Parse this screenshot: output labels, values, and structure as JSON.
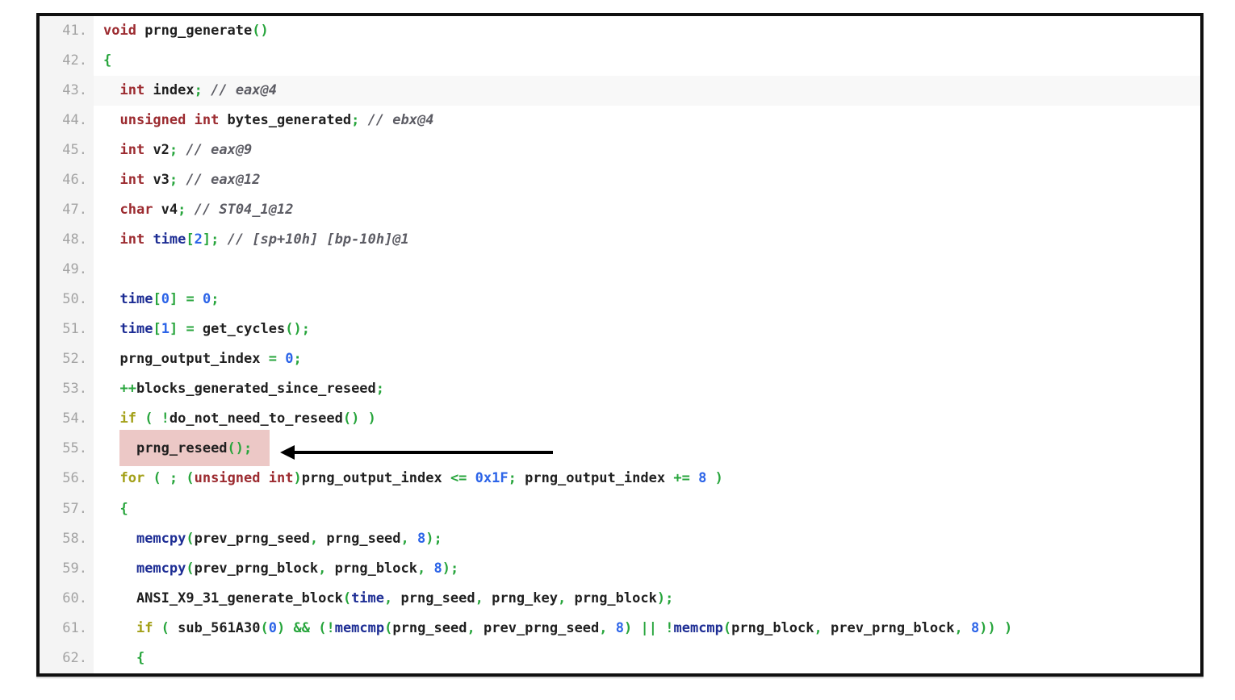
{
  "viewer": {
    "description": "decompiled-code-listing",
    "colors": {
      "frame_border": "#101010",
      "gutter_bg": "#f4f4f4",
      "line_number": "#a4a4a4",
      "active_row_bg": "#f8f8f8",
      "highlight_bg": "#ecc8c6",
      "arrow": "#000000",
      "keyword_type": "#9c2b30",
      "keyword_control": "#a3a018",
      "punctuation": "#27a53c",
      "number": "#2c64e8",
      "library_function": "#1d2d94",
      "identifier": "#1f1f1f",
      "comment": "#5c5c64"
    },
    "annotation": {
      "type": "left-arrow",
      "target_line": "55",
      "highlighted_text": "prng_reseed();"
    },
    "lines": [
      {
        "num": "41.",
        "tokens": [
          [
            "kw",
            "void"
          ],
          [
            "id",
            " prng_generate"
          ],
          [
            "p",
            "()"
          ]
        ]
      },
      {
        "num": "42.",
        "tokens": [
          [
            "p",
            "{"
          ]
        ]
      },
      {
        "num": "43.",
        "active": true,
        "tokens": [
          [
            "id",
            "  "
          ],
          [
            "kw",
            "int"
          ],
          [
            "id",
            " index"
          ],
          [
            "p",
            ";"
          ],
          [
            "cm",
            " // eax@4"
          ]
        ]
      },
      {
        "num": "44.",
        "tokens": [
          [
            "id",
            "  "
          ],
          [
            "kw",
            "unsigned int"
          ],
          [
            "id",
            " bytes_generated"
          ],
          [
            "p",
            ";"
          ],
          [
            "cm",
            " // ebx@4"
          ]
        ]
      },
      {
        "num": "45.",
        "tokens": [
          [
            "id",
            "  "
          ],
          [
            "kw",
            "int"
          ],
          [
            "id",
            " v2"
          ],
          [
            "p",
            ";"
          ],
          [
            "cm",
            " // eax@9"
          ]
        ]
      },
      {
        "num": "46.",
        "tokens": [
          [
            "id",
            "  "
          ],
          [
            "kw",
            "int"
          ],
          [
            "id",
            " v3"
          ],
          [
            "p",
            ";"
          ],
          [
            "cm",
            " // eax@12"
          ]
        ]
      },
      {
        "num": "47.",
        "tokens": [
          [
            "id",
            "  "
          ],
          [
            "kw",
            "char"
          ],
          [
            "id",
            " v4"
          ],
          [
            "p",
            ";"
          ],
          [
            "cm",
            " // ST04_1@12"
          ]
        ]
      },
      {
        "num": "48.",
        "tokens": [
          [
            "id",
            "  "
          ],
          [
            "kw",
            "int"
          ],
          [
            "lib",
            " time"
          ],
          [
            "p",
            "["
          ],
          [
            "num",
            "2"
          ],
          [
            "p",
            "];"
          ],
          [
            "cm",
            " // [sp+10h] [bp-10h]@1"
          ]
        ]
      },
      {
        "num": "49.",
        "tokens": []
      },
      {
        "num": "50.",
        "tokens": [
          [
            "id",
            "  "
          ],
          [
            "lib",
            "time"
          ],
          [
            "p",
            "["
          ],
          [
            "num",
            "0"
          ],
          [
            "p",
            "]"
          ],
          [
            "id",
            " "
          ],
          [
            "p",
            "="
          ],
          [
            "id",
            " "
          ],
          [
            "num",
            "0"
          ],
          [
            "p",
            ";"
          ]
        ]
      },
      {
        "num": "51.",
        "tokens": [
          [
            "id",
            "  "
          ],
          [
            "lib",
            "time"
          ],
          [
            "p",
            "["
          ],
          [
            "num",
            "1"
          ],
          [
            "p",
            "]"
          ],
          [
            "id",
            " "
          ],
          [
            "p",
            "="
          ],
          [
            "id",
            " get_cycles"
          ],
          [
            "p",
            "();"
          ]
        ]
      },
      {
        "num": "52.",
        "tokens": [
          [
            "id",
            "  prng_output_index "
          ],
          [
            "p",
            "="
          ],
          [
            "id",
            " "
          ],
          [
            "num",
            "0"
          ],
          [
            "p",
            ";"
          ]
        ]
      },
      {
        "num": "53.",
        "tokens": [
          [
            "id",
            "  "
          ],
          [
            "p",
            "++"
          ],
          [
            "id",
            "blocks_generated_since_reseed"
          ],
          [
            "p",
            ";"
          ]
        ]
      },
      {
        "num": "54.",
        "tokens": [
          [
            "id",
            "  "
          ],
          [
            "ctl",
            "if"
          ],
          [
            "p",
            " ( !"
          ],
          [
            "id",
            "do_not_need_to_reseed"
          ],
          [
            "p",
            "() )"
          ]
        ]
      },
      {
        "num": "55.",
        "tokens": [
          [
            "id",
            "  "
          ]
        ],
        "highlight": {
          "tokens": [
            [
              "id",
              "  prng_reseed"
            ],
            [
              "p",
              "();"
            ]
          ]
        },
        "arrow": true
      },
      {
        "num": "56.",
        "tokens": [
          [
            "id",
            "  "
          ],
          [
            "ctl",
            "for"
          ],
          [
            "p",
            " ( ; ("
          ],
          [
            "kw",
            "unsigned int"
          ],
          [
            "p",
            ")"
          ],
          [
            "id",
            "prng_output_index "
          ],
          [
            "p",
            "<="
          ],
          [
            "id",
            " "
          ],
          [
            "num",
            "0x1F"
          ],
          [
            "p",
            ";"
          ],
          [
            "id",
            " prng_output_index "
          ],
          [
            "p",
            "+="
          ],
          [
            "id",
            " "
          ],
          [
            "num",
            "8"
          ],
          [
            "id",
            " "
          ],
          [
            "p",
            ")"
          ]
        ]
      },
      {
        "num": "57.",
        "tokens": [
          [
            "id",
            "  "
          ],
          [
            "p",
            "{"
          ]
        ]
      },
      {
        "num": "58.",
        "tokens": [
          [
            "id",
            "    "
          ],
          [
            "lib",
            "memcpy"
          ],
          [
            "p",
            "("
          ],
          [
            "id",
            "prev_prng_seed"
          ],
          [
            "p",
            ","
          ],
          [
            "id",
            " prng_seed"
          ],
          [
            "p",
            ","
          ],
          [
            "id",
            " "
          ],
          [
            "num",
            "8"
          ],
          [
            "p",
            ");"
          ]
        ]
      },
      {
        "num": "59.",
        "tokens": [
          [
            "id",
            "    "
          ],
          [
            "lib",
            "memcpy"
          ],
          [
            "p",
            "("
          ],
          [
            "id",
            "prev_prng_block"
          ],
          [
            "p",
            ","
          ],
          [
            "id",
            " prng_block"
          ],
          [
            "p",
            ","
          ],
          [
            "id",
            " "
          ],
          [
            "num",
            "8"
          ],
          [
            "p",
            ");"
          ]
        ]
      },
      {
        "num": "60.",
        "tokens": [
          [
            "id",
            "    ANSI_X9_31_generate_block"
          ],
          [
            "p",
            "("
          ],
          [
            "lib",
            "time"
          ],
          [
            "p",
            ","
          ],
          [
            "id",
            " prng_seed"
          ],
          [
            "p",
            ","
          ],
          [
            "id",
            " prng_key"
          ],
          [
            "p",
            ","
          ],
          [
            "id",
            " prng_block"
          ],
          [
            "p",
            ");"
          ]
        ]
      },
      {
        "num": "61.",
        "tokens": [
          [
            "id",
            "    "
          ],
          [
            "ctl",
            "if"
          ],
          [
            "p",
            " ( "
          ],
          [
            "id",
            "sub_561A30"
          ],
          [
            "p",
            "("
          ],
          [
            "num",
            "0"
          ],
          [
            "p",
            ")"
          ],
          [
            "id",
            " "
          ],
          [
            "p",
            "&& (!"
          ],
          [
            "lib",
            "memcmp"
          ],
          [
            "p",
            "("
          ],
          [
            "id",
            "prng_seed"
          ],
          [
            "p",
            ","
          ],
          [
            "id",
            " prev_prng_seed"
          ],
          [
            "p",
            ","
          ],
          [
            "id",
            " "
          ],
          [
            "num",
            "8"
          ],
          [
            "p",
            ")"
          ],
          [
            "id",
            " "
          ],
          [
            "p",
            "|| !"
          ],
          [
            "lib",
            "memcmp"
          ],
          [
            "p",
            "("
          ],
          [
            "id",
            "prng_block"
          ],
          [
            "p",
            ","
          ],
          [
            "id",
            " prev_prng_block"
          ],
          [
            "p",
            ","
          ],
          [
            "id",
            " "
          ],
          [
            "num",
            "8"
          ],
          [
            "p",
            ")) )"
          ]
        ]
      },
      {
        "num": "62.",
        "tokens": [
          [
            "id",
            "    "
          ],
          [
            "p",
            "{"
          ]
        ]
      }
    ]
  }
}
